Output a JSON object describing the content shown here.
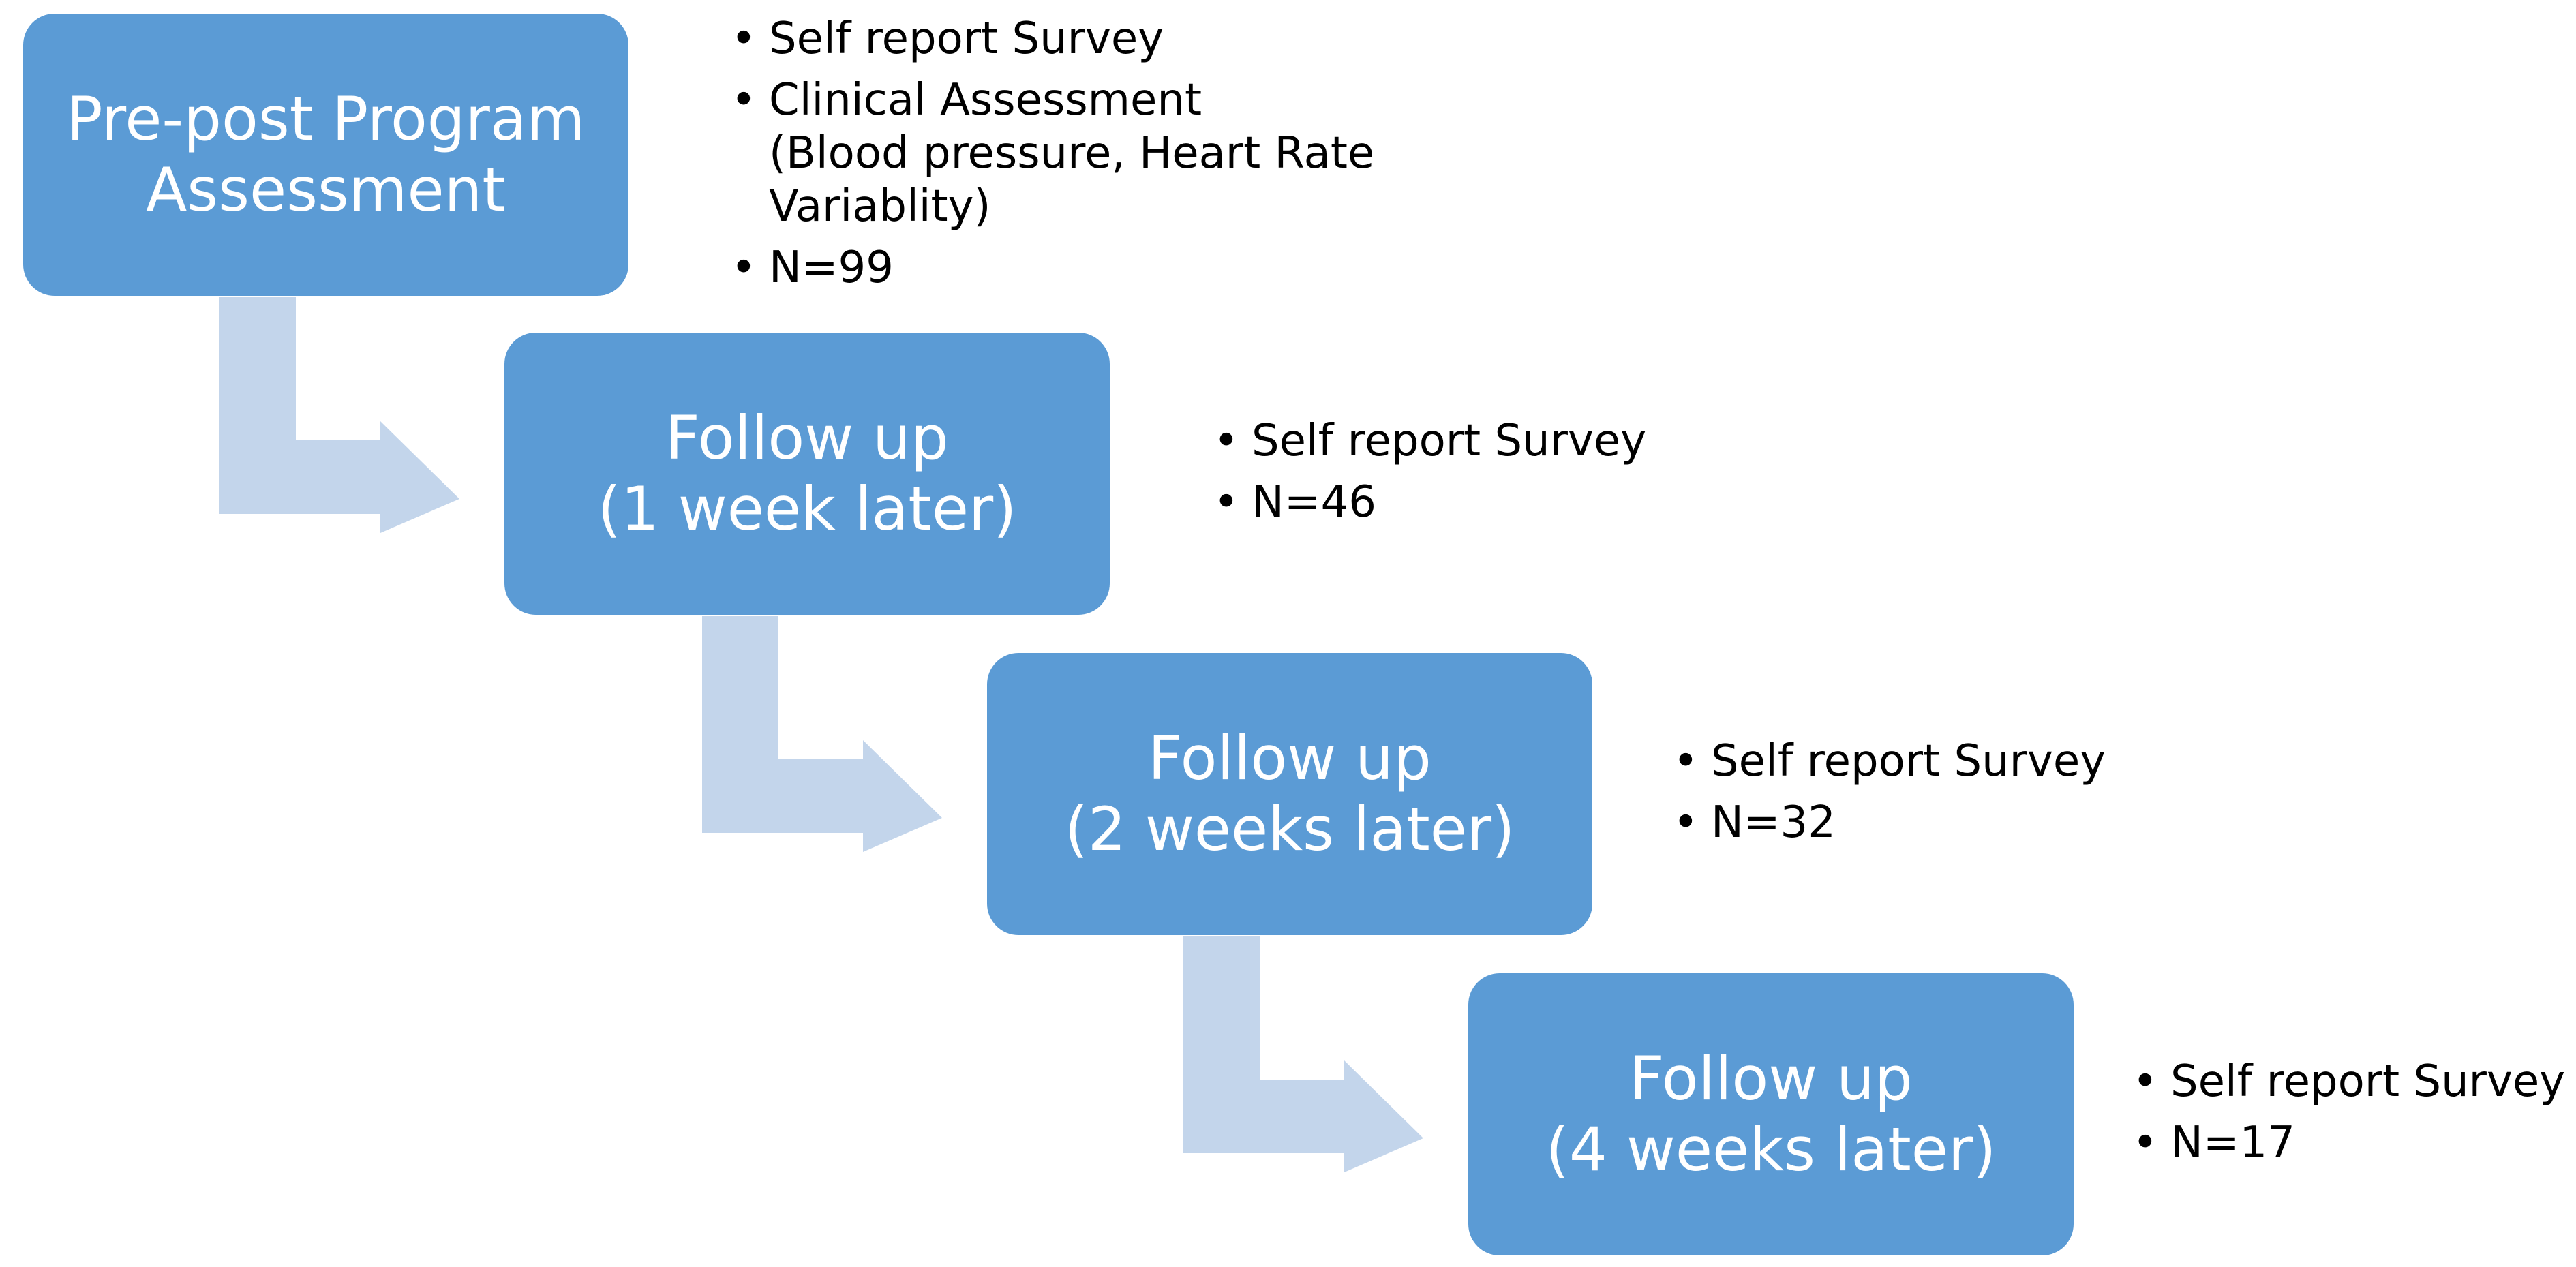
{
  "colors": {
    "box_fill": "#5b9bd5",
    "arrow_fill": "#c3d5eb",
    "box_text": "#ffffff",
    "bullet_text": "#000000"
  },
  "stages": [
    {
      "title_line1": "Pre-post Program",
      "title_line2": "Assessment",
      "bullets": [
        "Self report Survey",
        "Clinical Assessment\n(Blood pressure, Heart Rate\nVariablity)",
        "N=99"
      ]
    },
    {
      "title_line1": "Follow up",
      "title_line2": "(1 week later)",
      "bullets": [
        "Self report Survey",
        "N=46"
      ]
    },
    {
      "title_line1": "Follow up",
      "title_line2": "(2 weeks later)",
      "bullets": [
        "Self report Survey",
        "N=32"
      ]
    },
    {
      "title_line1": "Follow up",
      "title_line2": "(4 weeks later)",
      "bullets": [
        "Self report Survey",
        "N=17"
      ]
    }
  ],
  "bullet_glyph": "•",
  "connector_icon": "bent-arrow-right-icon"
}
